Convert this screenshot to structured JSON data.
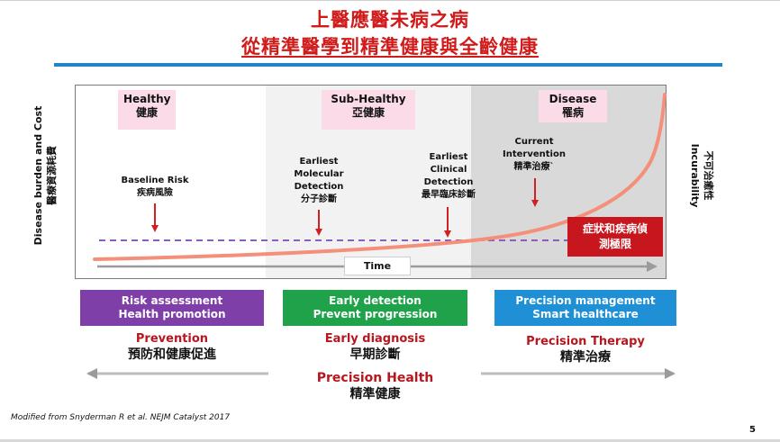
{
  "title": {
    "line1": "上醫應醫未病之病",
    "line2": "從精準醫學到精準健康與全齡健康"
  },
  "y_axis": {
    "left_en": "Disease burden and Cost",
    "left_zh": "醫療資源耗費",
    "right_zh": "不可治癒性",
    "right_en": "Incurability"
  },
  "stages": {
    "healthy": {
      "en": "Healthy",
      "zh": "健康"
    },
    "sub_healthy": {
      "en": "Sub-Healthy",
      "zh": "亞健康"
    },
    "disease": {
      "en": "Disease",
      "zh": "罹病"
    }
  },
  "annotations": {
    "baseline_risk": {
      "l1": "Baseline Risk",
      "l2": "疾病風險"
    },
    "molecular": {
      "l1": "Earliest",
      "l2": "Molecular",
      "l3": "Detection",
      "l4": "分子診斷"
    },
    "clinical": {
      "l1": "Earliest",
      "l2": "Clinical",
      "l3": "Detection",
      "l4": "最早臨床診斷"
    },
    "intervention": {
      "l1": "Current",
      "l2": "Intervention",
      "l3": "精準治療`"
    }
  },
  "limit_box": {
    "l1": "症狀和疾病偵",
    "l2": "測極限"
  },
  "time_label": "Time",
  "bars": {
    "purple": {
      "l1": "Risk assessment",
      "l2": "Health promotion"
    },
    "green": {
      "l1": "Early detection",
      "l2": "Prevent progression"
    },
    "blue": {
      "l1": "Precision management",
      "l2": "Smart healthcare"
    }
  },
  "captions": {
    "prevention": {
      "en": "Prevention",
      "zh": "預防和健康促進"
    },
    "early": {
      "en": "Early diagnosis",
      "zh": "早期診斷"
    },
    "therapy": {
      "en": "Precision Therapy",
      "zh": "精準治療"
    },
    "health": {
      "en": "Precision Health",
      "zh": "精準健康"
    }
  },
  "footnote": "Modified from Snyderman R et al. NEJM Catalyst 2017",
  "page_number": "5",
  "colors": {
    "title_red": "#d11a1a",
    "rule_blue": "#1f86c8",
    "stage_pink": "#fbdbe8",
    "curve_salmon": "#f4907a",
    "dash_purple": "#8a5cc4",
    "arrow_red": "#d21f1f",
    "limit_red": "#c8161e",
    "bar_purple": "#7f3fa8",
    "bar_green": "#1fa24a",
    "bar_blue": "#1f8fd6",
    "caption_red": "#b8161e"
  }
}
